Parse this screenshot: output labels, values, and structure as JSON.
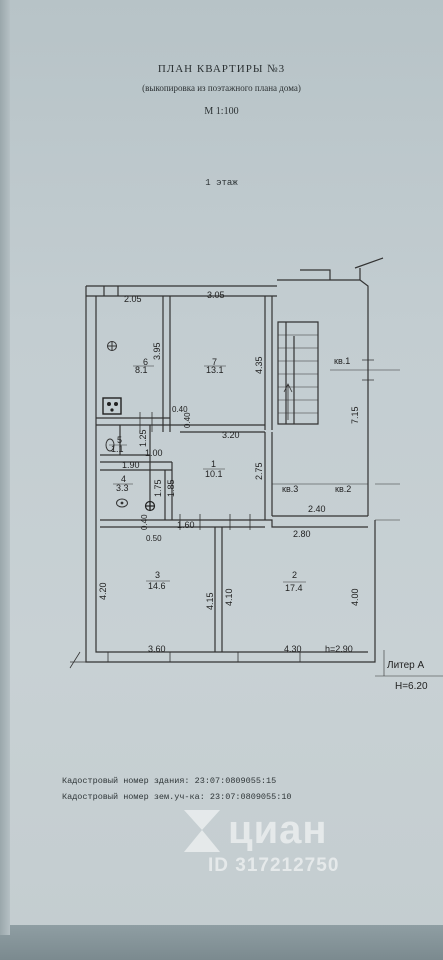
{
  "header": {
    "title": "ПЛАН КВАРТИРЫ №3",
    "subtitle": "(выкопировка из поэтажного плана дома)",
    "scale": "М 1:100",
    "floor": "1 этаж"
  },
  "rooms": [
    {
      "num": "6",
      "area": "8.1"
    },
    {
      "num": "7",
      "area": "13.1"
    },
    {
      "num": "5",
      "area": "1.1"
    },
    {
      "num": "1",
      "area": "10.1"
    },
    {
      "num": "4",
      "area": "3.3"
    },
    {
      "num": "3",
      "area": "14.6"
    },
    {
      "num": "2",
      "area": "17.4"
    }
  ],
  "dimensions": [
    "2.05",
    "3.05",
    "3.95",
    "4.35",
    "7.15",
    "0.40",
    "0.40",
    "3.20",
    "1.25",
    "1.00",
    "1.90",
    "2.75",
    "1.75",
    "1.85",
    "2.40",
    "0.40",
    "0.50",
    "1.60",
    "2.80",
    "4.20",
    "4.15",
    "4.10",
    "4.00",
    "3.60",
    "4.30"
  ],
  "neighbors": {
    "kv1": "кв.1",
    "kv2": "кв.2",
    "kv3": "кв.3"
  },
  "heights": {
    "room": "h=2.90",
    "building": "Н=6.20"
  },
  "litera": "Литер А",
  "cadastral": {
    "building": "Кадостровый номер здания: 23:07:0809055:15",
    "land": "Кадостровый номер зем.уч-ка: 23:07:0809055:10"
  },
  "watermark": {
    "brand": "циан",
    "id": "ID 317212750"
  },
  "colors": {
    "paper": "#c3cdd1",
    "ink": "#2b3133",
    "background": "#6f7d80"
  }
}
